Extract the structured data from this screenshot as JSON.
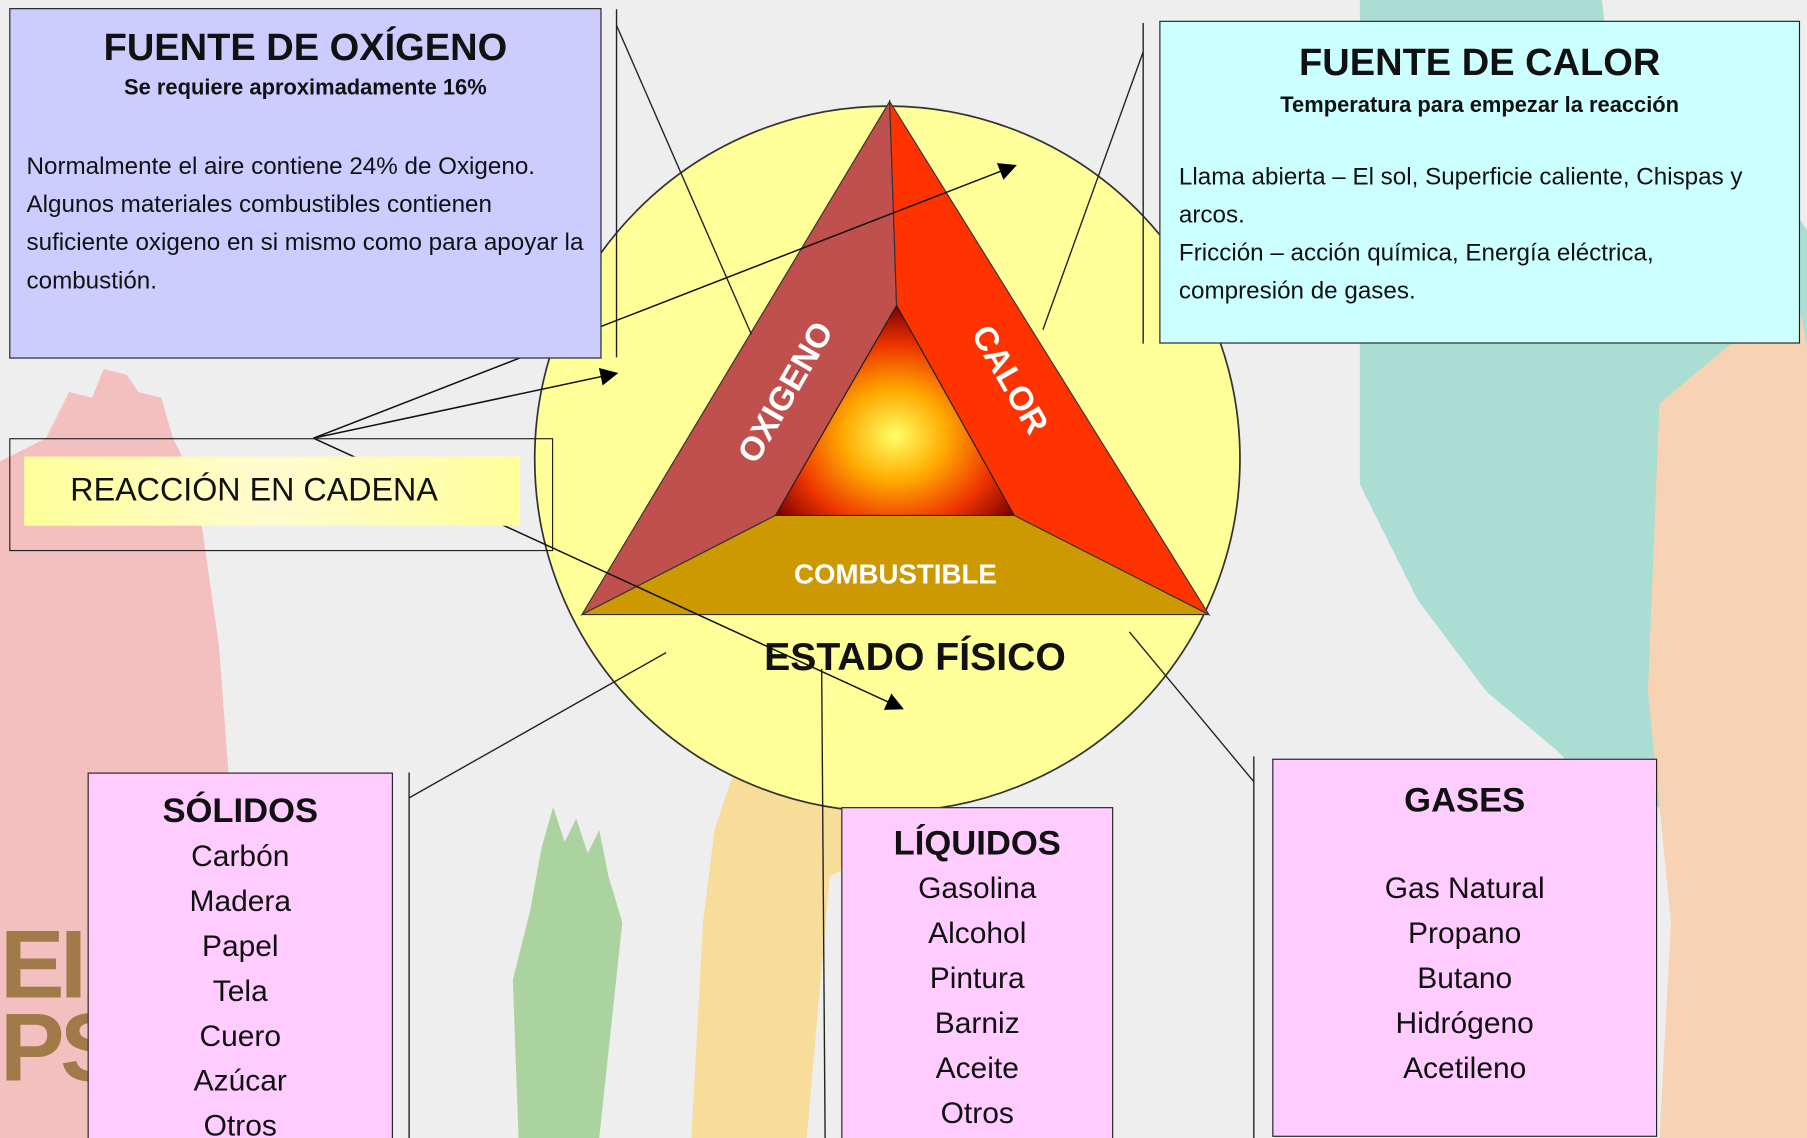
{
  "oxygen_source": {
    "title": "FUENTE DE OXÍGENO",
    "subtitle": "Se requiere aproximadamente 16%",
    "body": "Normalmente el aire contiene 24% de Oxigeno. Algunos materiales combustibles contienen suficiente oxigeno en si mismo como para apoyar la combustión."
  },
  "heat_source": {
    "title": "FUENTE DE CALOR",
    "subtitle": "Temperatura para empezar la reacción",
    "line1": "Llama abierta – El sol, Superficie caliente, Chispas y arcos.",
    "line2": "Fricción – acción química, Energía eléctrica, compresión de gases."
  },
  "chain_reaction": {
    "label": "REACCIÓN EN CADENA"
  },
  "triangle": {
    "oxygen_label": "OXIGENO",
    "heat_label": "CALOR",
    "fuel_label": "COMBUSTIBLE",
    "physical_state_label": "ESTADO FÍSICO"
  },
  "solids": {
    "title": "SÓLIDOS",
    "items": [
      "Carbón",
      "Madera",
      "Papel",
      "Tela",
      "Cuero",
      "Azúcar",
      "Otros"
    ]
  },
  "liquids": {
    "title": "LÍQUIDOS",
    "items": [
      "Gasolina",
      "Alcohol",
      "Pintura",
      "Barniz",
      "Aceite",
      "Otros"
    ]
  },
  "gases": {
    "title": "GASES",
    "items": [
      "Gas Natural",
      "Propano",
      "Butano",
      "Hidrógeno",
      "Acetileno"
    ]
  },
  "colors": {
    "oxygen_side": "#c0504d",
    "heat_side": "#ff3300",
    "fuel_side": "#cc9900",
    "circle": "#ffff99",
    "oxygen_box": "#ccccff",
    "heat_box": "#ccffff",
    "state_boxes": "#ffccff"
  },
  "logo": {
    "line1": "EI",
    "line2": "PS"
  }
}
